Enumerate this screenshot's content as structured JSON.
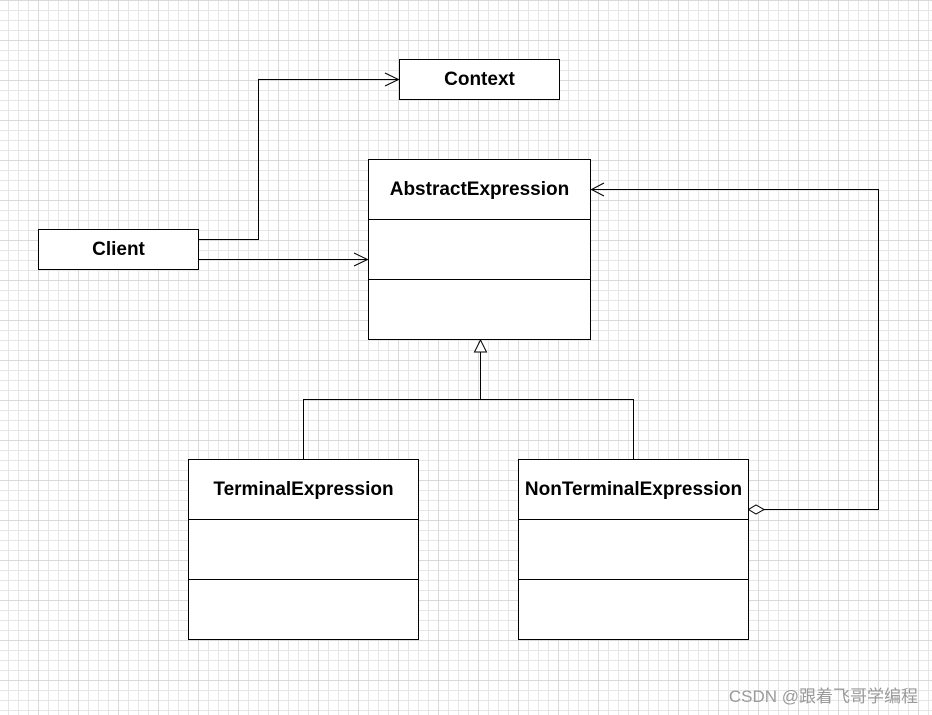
{
  "diagram": {
    "classes": {
      "context": {
        "name": "Context"
      },
      "client": {
        "name": "Client"
      },
      "abstract_expression": {
        "name": "AbstractExpression"
      },
      "terminal_expression": {
        "name": "TerminalExpression"
      },
      "nonterminal_expression": {
        "name": "NonTerminalExpression"
      }
    },
    "relations": [
      {
        "from": "Client",
        "to": "Context",
        "type": "association"
      },
      {
        "from": "Client",
        "to": "AbstractExpression",
        "type": "association"
      },
      {
        "from": "TerminalExpression",
        "to": "AbstractExpression",
        "type": "generalization"
      },
      {
        "from": "NonTerminalExpression",
        "to": "AbstractExpression",
        "type": "generalization"
      },
      {
        "from": "NonTerminalExpression",
        "to": "AbstractExpression",
        "type": "aggregation"
      }
    ]
  },
  "watermark": "CSDN @跟着飞哥学编程"
}
